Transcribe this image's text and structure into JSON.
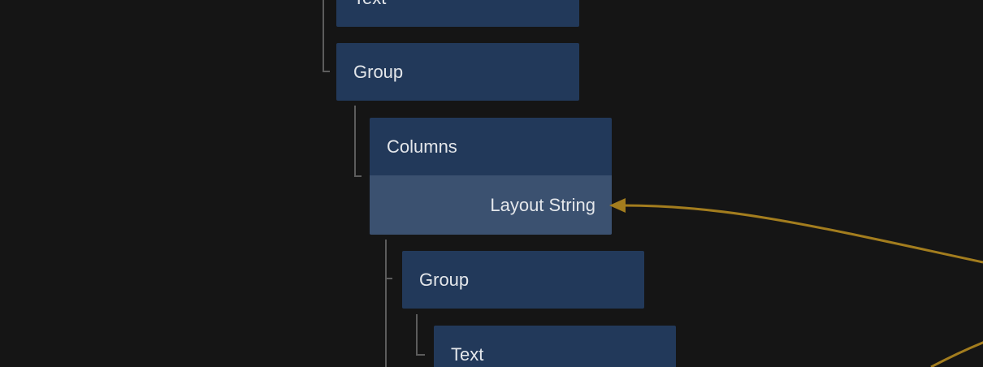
{
  "panel": {
    "name": "node-tree-editor"
  },
  "tree": {
    "nodes": [
      {
        "id": "text-1",
        "label": "Text"
      },
      {
        "id": "group-1",
        "label": "Group"
      },
      {
        "id": "columns-1",
        "label": "Columns",
        "ports": [
          {
            "id": "layout-string",
            "label": "Layout String",
            "direction": "input",
            "connected": true
          }
        ]
      },
      {
        "id": "group-2",
        "label": "Group"
      },
      {
        "id": "text-2",
        "label": "Text"
      }
    ]
  },
  "connections": [
    {
      "name": "wire-into-layout-string",
      "target_port": "Layout String",
      "end_style": "arrowhead",
      "enters_from": "right-edge"
    },
    {
      "name": "wire-bottom-right",
      "end_style": "clipped-offscreen",
      "enters_from": "bottom-right-corner"
    }
  ],
  "colors": {
    "background": "#151515",
    "node_fill": "#22395a",
    "port_row_fill": "#3b5170",
    "node_text": "#e4e7eb",
    "tree_connector": "#5c5c5c",
    "wire_accent": "#a37d1e"
  }
}
